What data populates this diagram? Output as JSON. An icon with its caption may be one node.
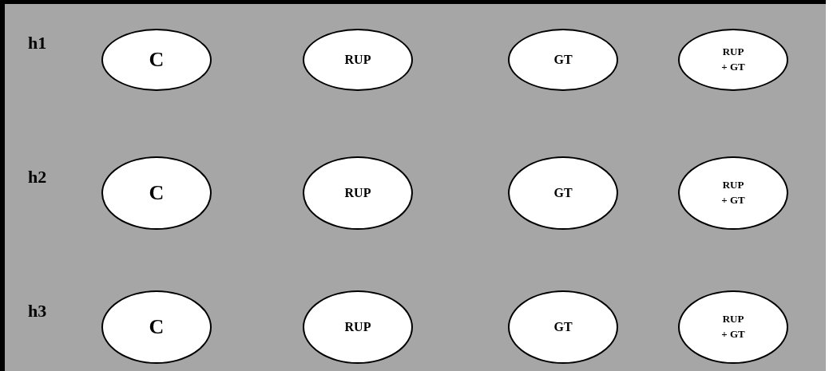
{
  "diagram": {
    "nodes": [
      {
        "text": [
          "C"
        ]
      },
      {
        "text": [
          "RUP"
        ]
      },
      {
        "text": [
          "GT"
        ]
      },
      {
        "text": [
          "RUP + GT"
        ]
      },
      {
        "text": [
          "C"
        ]
      },
      {
        "text": [
          "RUP"
        ]
      },
      {
        "text": [
          "GT"
        ]
      },
      {
        "text": [
          "RUP + GT"
        ]
      },
      {
        "text": [
          "C"
        ]
      },
      {
        "text": [
          "RUP"
        ]
      },
      {
        "text": [
          "GT"
        ]
      },
      {
        "text": [
          "RUP + GT"
        ]
      }
    ],
    "labels": [
      "h1",
      "h2",
      "h3"
    ]
  }
}
